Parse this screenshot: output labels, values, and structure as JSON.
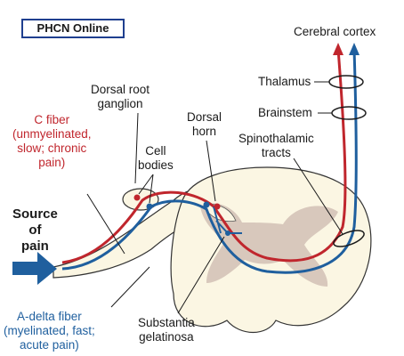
{
  "brand": "PHCN Online",
  "labels": {
    "cerebral_cortex": "Cerebral cortex",
    "thalamus": "Thalamus",
    "brainstem": "Brainstem",
    "spinothalamic": [
      "Spinothalamic",
      "tracts"
    ],
    "dorsal_root_ganglion": [
      "Dorsal root",
      "ganglion"
    ],
    "dorsal_horn": [
      "Dorsal",
      "horn"
    ],
    "c_fiber": [
      "C fiber",
      "(unmyelinated,",
      "slow; chronic",
      "pain)"
    ],
    "cell_bodies": [
      "Cell",
      "bodies"
    ],
    "source_of_pain": [
      "Source",
      "of",
      "pain"
    ],
    "a_delta_fiber": [
      "A-delta fiber",
      "(myelinated, fast;",
      "acute pain)"
    ],
    "substantia_gelatinosa": [
      "Substantia",
      "gelatinosa"
    ]
  },
  "colors": {
    "c_fiber": "#c0262d",
    "a_delta_fiber": "#1f5f9e",
    "cord": "#fbf6e3",
    "gray_matter": "#d8c8bc",
    "arrow": "#1f5f9e",
    "brand_border": "#1f3f8f"
  }
}
